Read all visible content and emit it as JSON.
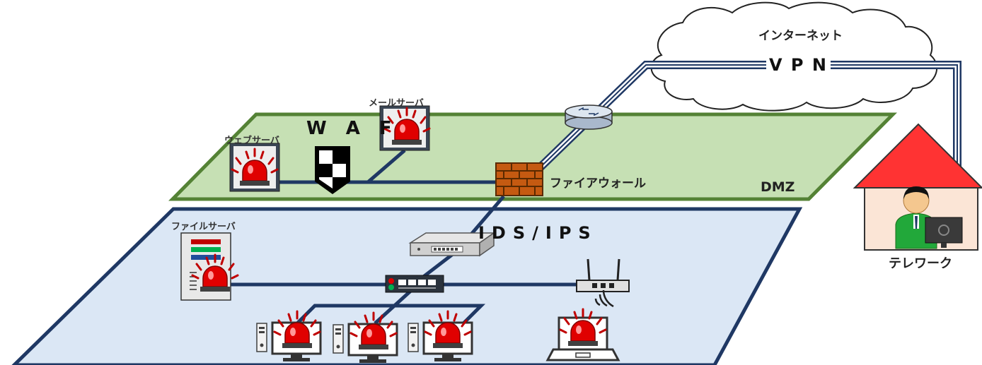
{
  "labels": {
    "internet": "インターネット",
    "vpn": "V P N",
    "dmz": "DMZ",
    "waf": "W A F",
    "firewall": "ファイアウォール",
    "web_server": "ウェブサーバ",
    "mail_server": "メールサーバ",
    "file_server": "ファイルサーバ",
    "ids_ips": "IDS/IPS",
    "telework": "テレワーク"
  },
  "colors": {
    "dmz_fill": "#c6e0b4",
    "dmz_border": "#548235",
    "lan_fill": "#dbe7f5",
    "lan_border": "#1f3864",
    "line": "#1f3864",
    "alarm_red": "#e00000",
    "firewall_brick": "#c55a11",
    "house_roof": "#ff3333",
    "house_wall": "#fbe5d6"
  },
  "icons": [
    "cloud-icon",
    "router-icon",
    "firewall-icon",
    "waf-shield-icon",
    "server-icon",
    "alarm-icon",
    "switch-icon",
    "ids-appliance-icon",
    "wifi-router-icon",
    "laptop-icon",
    "desktop-pc-icon",
    "house-icon",
    "user-icon",
    "monitor-icon"
  ]
}
